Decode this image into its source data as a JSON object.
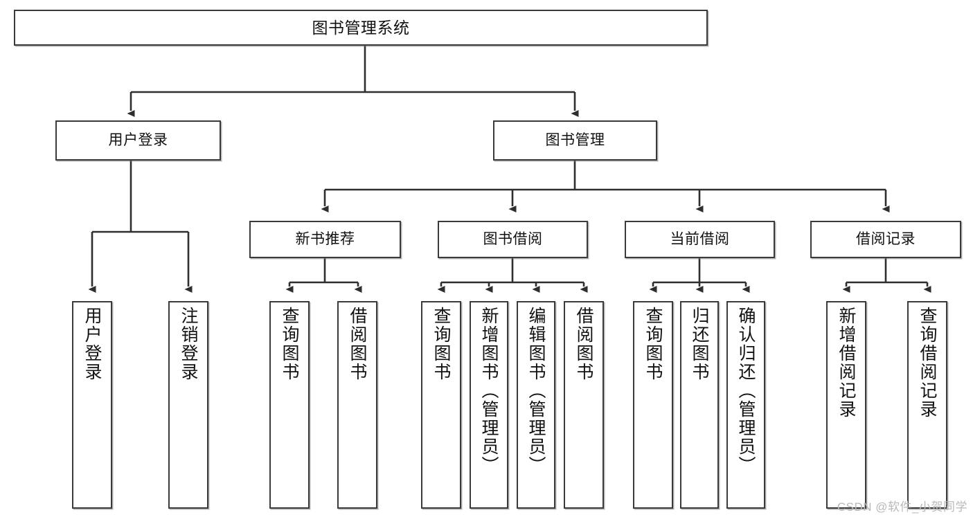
{
  "diagram": {
    "title": "图书管理系统",
    "type": "tree",
    "watermark": "CSDN @软件_小贺同学",
    "colors": {
      "box_border": "#3a3a3a",
      "box_fill": "#ffffff",
      "connector": "#2e2e2e",
      "text": "#111111",
      "watermark": "#b9b9b9"
    },
    "root": {
      "label": "图书管理系统"
    },
    "level1": [
      {
        "label": "用户登录"
      },
      {
        "label": "图书管理"
      }
    ],
    "level2": [
      {
        "label": "新书推荐"
      },
      {
        "label": "图书借阅"
      },
      {
        "label": "当前借阅"
      },
      {
        "label": "借阅记录"
      }
    ],
    "leaves": {
      "user_login": [
        {
          "label": "用户登录"
        },
        {
          "label": "注销登录"
        }
      ],
      "new_book_recommend": [
        {
          "label": "查询图书"
        },
        {
          "label": "借阅图书"
        }
      ],
      "book_borrow": [
        {
          "label": "查询图书"
        },
        {
          "label": "新增图书（管理员）"
        },
        {
          "label": "编辑图书（管理员）"
        },
        {
          "label": "借阅图书"
        }
      ],
      "current_borrow": [
        {
          "label": "查询图书"
        },
        {
          "label": "归还图书"
        },
        {
          "label": "确认归还（管理员）"
        }
      ],
      "borrow_record": [
        {
          "label": "新增借阅记录"
        },
        {
          "label": "查询借阅记录"
        }
      ]
    }
  }
}
